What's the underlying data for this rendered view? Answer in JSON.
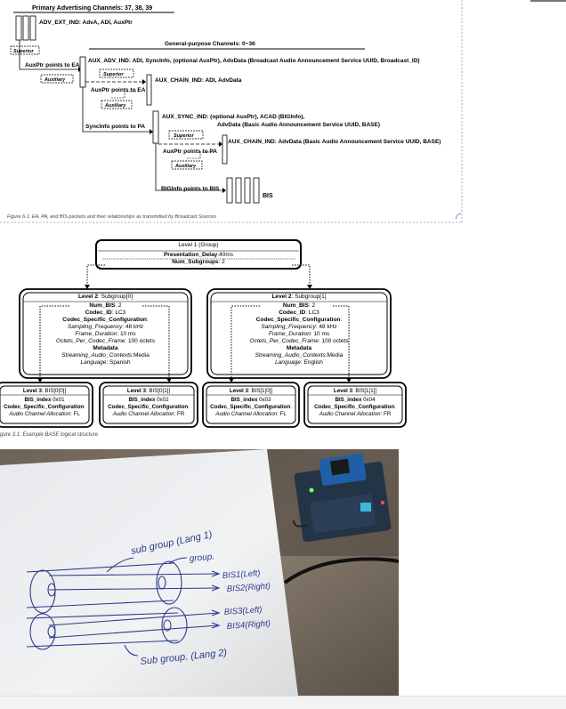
{
  "fig1": {
    "primary_channels": "Primary Advertising Channels: 37, 38, 39",
    "adv_ext_ind": "ADV_EXT_IND: AdvA, ADI, AuxPtr",
    "superior_1": "Superior",
    "general_channels": "General-purpose Channels: 0~36",
    "auxptr_ea_1": "AuxPtr points to EA",
    "auxiliary_1": "Auxiliary",
    "aux_adv_ind": "AUX_ADV_IND: ADI, SyncInfo, (optional AuxPtr),  AdvData (Broadcast Audio Announcement Service UUID, Broadcast_ID)",
    "superior_2": "Superior",
    "auxptr_ea_2": "AuxPtr points to EA",
    "auxiliary_2": "Auxiliary",
    "aux_chain_ind_1": "AUX_CHAIN_IND: ADI, AdvData",
    "syncinfo_pa": "SyncInfo points to PA",
    "aux_sync_ind_1": "AUX_SYNC_IND: (optional AuxPtr), ACAD (BIGInfo),",
    "aux_sync_ind_2": "AdvData (Basic Audio Announcement Service UUID, BASE)",
    "superior_3": "Superior",
    "auxptr_pa": "AuxPtr points to PA",
    "aux_chain_ind_2": "AUX_CHAIN_IND: AdvData (Basic Audio Announcement Service UUID, BASE)",
    "auxiliary_3": "Auxiliary",
    "biginfo_bis": "BIGInfo points to BIS",
    "bis": "BIS",
    "caption": "Figure 6.1: EA, PA, and BIS packets and their relationships as transmitted by Broadcast Sources"
  },
  "fig2": {
    "level1": {
      "title": "Level 1 (Group)",
      "line1_key": "Presentation_Delay",
      "line1_val": ":40ms",
      "line2_key": "Num_Subgroups",
      "line2_val": ": 2"
    },
    "subgroups": [
      {
        "title_b": "Level 2",
        "title_n": ": Subgroup[0]",
        "num_bis": "Num_BIS",
        "num_bis_v": ": 2",
        "codec": "Codec_ID",
        "codec_v": ": LC3",
        "csc": "Codec_Specific_Configuration",
        "sf": "Sampling_Frequency",
        "sf_v": ": 48 kHz",
        "fd": "Frame_Duration",
        "fd_v": ": 10 ms",
        "opcf": "Octets_Per_Codec_Frame",
        "opcf_v": ": 100 octets",
        "meta": "Metadata",
        "sac": "Streaming_Audio_Contexts",
        "sac_v": ":Media",
        "lang": "Language",
        "lang_v": ": Spanish"
      },
      {
        "title_b": "Level 2",
        "title_n": ": Subgroup[1]",
        "num_bis": "Num_BIS",
        "num_bis_v": ": 2",
        "codec": "Codec_ID",
        "codec_v": ": LC3",
        "csc": "Codec_Specific_Configuration",
        "sf": "Sampling_Frequency",
        "sf_v": ": 48 kHz",
        "fd": "Frame_Duration",
        "fd_v": ": 10 ms",
        "opcf": "Octets_Per_Codec_Frame",
        "opcf_v": ": 100 octets",
        "meta": "Metadata",
        "sac": "Streaming_Audio_Contexts",
        "sac_v": ":Media",
        "lang": "Language",
        "lang_v": ": English"
      }
    ],
    "bis": [
      {
        "title_b": "Level 3",
        "title_n": ": BIS[0[0]]",
        "idx": "BIS_index",
        "idx_v": " 0x01",
        "csc": "Codec_Specific_Configuration",
        "aca": "Audio Channel Allocation",
        "aca_v": ": FL"
      },
      {
        "title_b": "Level 3",
        "title_n": ": BIS[0[1]]",
        "idx": "BIS_index",
        "idx_v": " 0x02",
        "csc": "Codec_Specific_Configuration",
        "aca": "Audio Channel Allocation",
        "aca_v": ": FR"
      },
      {
        "title_b": "Level 3",
        "title_n": ": BIS[1[0]]",
        "idx": "BIS_index",
        "idx_v": " 0x03",
        "csc": "Codec_Specific_Configuration",
        "aca": "Audio Channel Allocation",
        "aca_v": ": FL"
      },
      {
        "title_b": "Level 3",
        "title_n": ": BIS[1[1]]",
        "idx": "BIS_index",
        "idx_v": " 0x04",
        "csc": "Codec_Specific_Configuration",
        "aca": "Audio Channel Allocation",
        "aca_v": ": FR"
      }
    ],
    "caption": "gure 3.1: Example BASE logical structure"
  },
  "photo": {
    "sub_group_1": "sub group (Lang 1)",
    "group": "group.",
    "bis1": "BIS1(Left)",
    "bis2": "BIS2(Right)",
    "bis3": "BIS3(Left)",
    "bis4": "BIS4(Right)",
    "sub_group_2": "Sub group. (Lang 2)"
  }
}
